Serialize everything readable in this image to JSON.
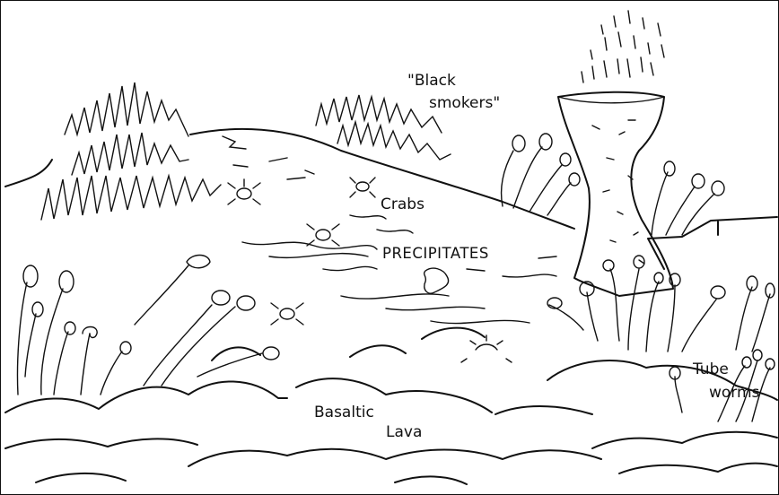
{
  "labels": {
    "black_smokers_line1": "\"Black",
    "black_smokers_line2": "smokers\"",
    "crabs": "Crabs",
    "precipitates": "PRECIPITATES",
    "tube_worms_line1": "Tube",
    "tube_worms_line2": "worms",
    "basaltic_line1": "Basaltic",
    "basaltic_line2": "Lava"
  },
  "colors": {
    "ink": "#111111",
    "background": "#ffffff"
  }
}
